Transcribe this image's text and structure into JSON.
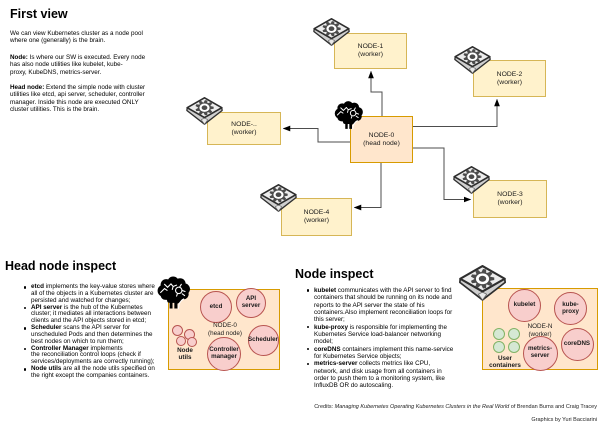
{
  "first_view": {
    "heading": "First view",
    "p1": "We can view Kubernetes cluster as a node pool\nwhere one (generally) is the brain.",
    "p2_lead": "Node:",
    "p2_rest": " Is where our SW is executed. Every node\nhas also node utilities like kubelet, kube-\nproxy, KubeDNS, metrics-server.",
    "p3_lead": "Head node:",
    "p3_rest": " Extend the simple node with cluster\nutilities like etcd, api server, scheduler, controller\nmanager. Inside this node are executed ONLY\ncluster utilities. This is the brain."
  },
  "cluster_diagram": {
    "head": {
      "name": "NODE-0",
      "role": "(head node)"
    },
    "workers": [
      {
        "name": "NODE-1",
        "role": "(worker)"
      },
      {
        "name": "NODE-2",
        "role": "(worker)"
      },
      {
        "name": "NODE-..",
        "role": "(worker)"
      },
      {
        "name": "NODE-3",
        "role": "(worker)"
      },
      {
        "name": "NODE-4",
        "role": "(worker)"
      }
    ]
  },
  "head_inspect": {
    "heading": "Head node inspect",
    "bullets": [
      {
        "lead": "etcd",
        "rest": " implements the key-value stores where\nall of the objects in a Kubernetes cluster are\npersisted and watched for changes;"
      },
      {
        "lead": "API server",
        "rest": " is the hub of the Kubernetes\ncluster; it mediates all interactions between\nclients and the API objects stored in etcd;"
      },
      {
        "lead": "Scheduler",
        "rest": " scans the API server for\nunscheduled Pods and then determines the\nbest nodes on which to run them;"
      },
      {
        "lead": "Controller Manager",
        "rest": " implements\nthe reconciliation control loops (check if\nservices/deployments are correctly running);"
      },
      {
        "lead": "Node utils",
        "rest": " are all the node utils specified on\nthe right except the companies containers."
      }
    ],
    "diagram": {
      "node_name": "NODE-0",
      "node_role": "(head node)",
      "etcd": "etcd",
      "api_server": "API\nserver",
      "scheduler": "Scheduler",
      "controller_manager": "Controller\nmanager",
      "cluster_label": "Node\nutils"
    }
  },
  "node_inspect": {
    "heading": "Node inspect",
    "bullets": [
      {
        "lead": "kubelet",
        "rest": " communicates with the API server to find\ncontainers that should be running on its node and\nreports to the API server the state of his\ncontainers.Also implement reconciliation loops for\nthis server;"
      },
      {
        "lead": "kube-proxy",
        "rest": " is responsible for implementing the\nKubernetes Service load-balancer networking\nmodel;"
      },
      {
        "lead": "coreDNS",
        "rest": " containers implement this name-service\nfor Kubernetes Service objects;"
      },
      {
        "lead": "metrics-server",
        "rest": " collects metrics like CPU,\nnetwork, and disk usage from all containers in\norder to push them to a monitoring system, like\nInfluxDB OR do autoscaling."
      }
    ],
    "diagram": {
      "node_name": "NODE-N",
      "node_role": "(worker)",
      "kubelet": "kubelet",
      "kube_proxy": "kube-\nproxy",
      "coredns": "coreDNS",
      "metrics_server": "metrics-\nserver",
      "cluster_label": "User\ncontainers"
    }
  },
  "footer": {
    "credits_prefix": "Credits: ",
    "credits_book": "Managing Kubernetes Operating Kubernetes Clusters in the Real World",
    "credits_authors": " of Brendan Burns and Craig Tracey",
    "graphics_by": "Graphics by Yuri Bacciarini"
  },
  "colors": {
    "worker_fill": "#FFF2CC",
    "worker_border": "#D6B656",
    "head_fill": "#FFE6CC",
    "head_border": "#D79B00",
    "component_fill": "#F8CECC",
    "component_border": "#B85450",
    "user_fill": "#D5E8D4",
    "user_border": "#82B366",
    "connector": "#4d4d4d"
  }
}
